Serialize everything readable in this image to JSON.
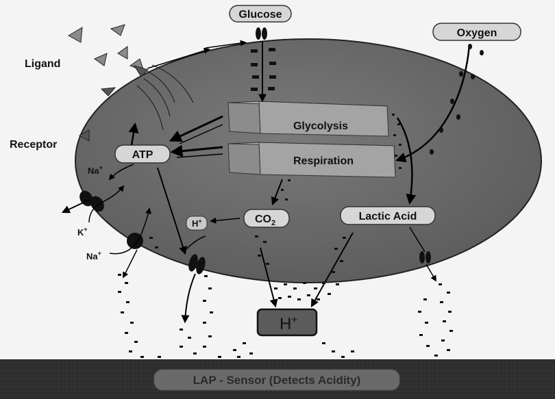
{
  "labels": {
    "glucose": "Glucose",
    "oxygen": "Oxygen",
    "ligand": "Ligand",
    "receptor": "Receptor",
    "atp": "ATP",
    "glycolysis": "Glycolysis",
    "respiration": "Respiration",
    "co2_main": "CO",
    "co2_sub": "2",
    "hplus_small": "H",
    "hplus_small_sup": "+",
    "lactic_acid": "Lactic Acid",
    "hplus_big": "H",
    "hplus_big_sup": "+",
    "na_top": "Na",
    "na_top_sup": "+",
    "k": "K",
    "k_sup": "+",
    "na_bottom": "Na",
    "na_bottom_sup": "+",
    "sensor": "LAP - Sensor (Detects Acidity)"
  },
  "colors": {
    "cell_fill": "#6e6e6e",
    "box_fill": "#9e9e9e",
    "label_fill": "#d6d6d6",
    "sensor_bar": "#2e2e2e",
    "hplus_box": "#5c5c5c"
  }
}
